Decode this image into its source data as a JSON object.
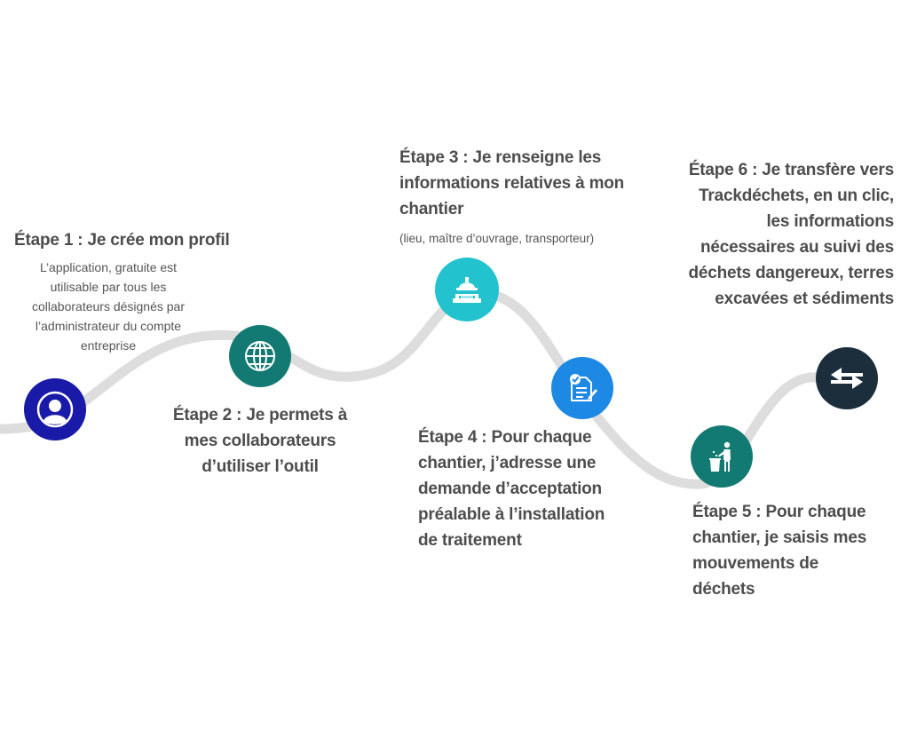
{
  "colors": {
    "path": "#dddddd",
    "step1": "#1a1aa8",
    "step2": "#137a73",
    "step3": "#22c2cf",
    "step4": "#1e88e5",
    "step5": "#137a73",
    "step6": "#1c2e3c",
    "icon": "#ffffff",
    "title_text": "#4d4d4d",
    "desc_text": "#555555"
  },
  "steps": [
    {
      "icon": "user-icon",
      "title": "Étape 1 : Je crée mon profil",
      "description": "L’application, gratuite est utilisable par tous les collaborateurs désignés par l’administrateur du compte entreprise"
    },
    {
      "icon": "globe-icon",
      "title": "Étape 2 : Je permets à mes collaborateurs d’utiliser l’outil"
    },
    {
      "icon": "construction-worker-icon",
      "title": "Étape 3 : Je renseigne les informations relatives à mon chantier",
      "description": "(lieu, maître d’ouvrage, transporteur)"
    },
    {
      "icon": "document-check-icon",
      "title": "Étape 4 : Pour chaque chantier, j’adresse une demande d’acceptation préalable à l’installation de traitement"
    },
    {
      "icon": "trash-disposal-icon",
      "title": "Étape 5 : Pour chaque chantier, je saisis mes mouvements de déchets"
    },
    {
      "icon": "transfer-arrows-icon",
      "title": "Étape 6 : Je transfère vers Trackdéchets, en un clic, les informations nécessaires au suivi des déchets dangereux, terres excavées et sédiments"
    }
  ]
}
